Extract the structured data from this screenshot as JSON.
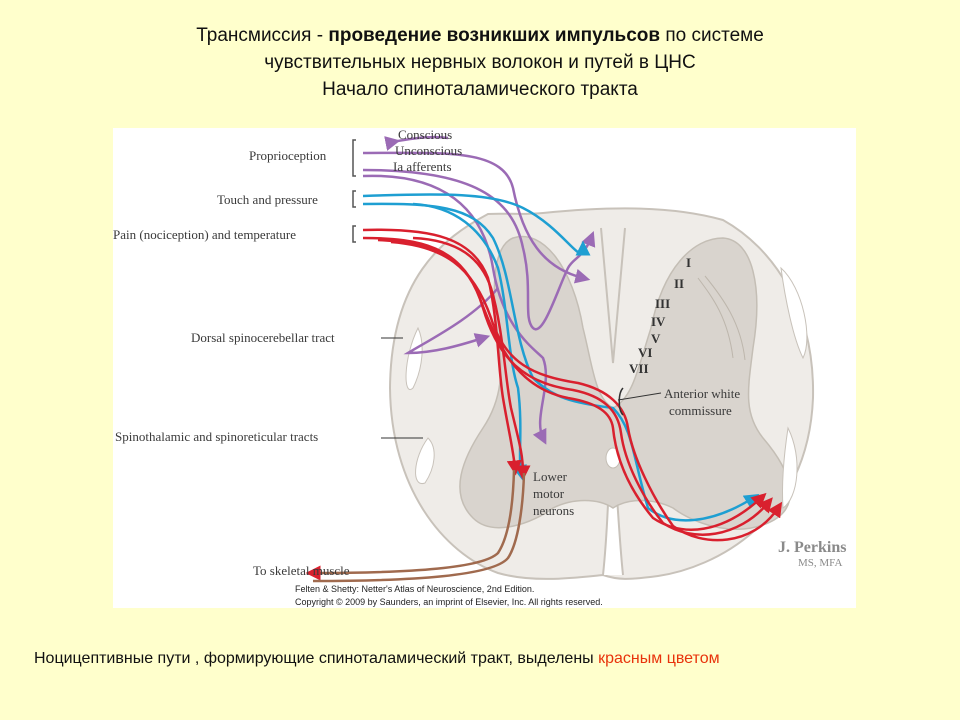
{
  "title": {
    "line1_pre": "Трансмиссия - ",
    "line1_bold": "проведение возникших импульсов",
    "line1_post": " по системе",
    "line2": "чувствительных нервных волокон и путей в ЦНС",
    "line3": "Начало спиноталамического тракта"
  },
  "diagram": {
    "labels": {
      "conscious": "Conscious",
      "unconscious": "Unconscious",
      "ia_afferents": "Ia afferents",
      "proprioception": "Proprioception",
      "touch": "Touch and pressure",
      "pain": "Pain (nociception) and temperature",
      "dorsal_tract": "Dorsal spinocerebellar tract",
      "spinothalamic": "Spinothalamic and spinoreticular tracts",
      "skeletal": "To skeletal muscle",
      "anterior1": "Anterior white",
      "anterior2": "commissure",
      "lower1": "Lower",
      "lower2": "motor",
      "lower3": "neurons"
    },
    "laminae": [
      "I",
      "II",
      "III",
      "IV",
      "V",
      "VI",
      "VII"
    ],
    "signature1": "J. Perkins",
    "signature2": "MS, MFA",
    "credit1": "Felten & Shetty: Netter's Atlas of Neuroscience, 2nd Edition.",
    "credit2": "Copyright © 2009 by Saunders, an imprint of Elsevier, Inc. All rights reserved.",
    "colors": {
      "purple": "#9b6bb5",
      "blue": "#1e9fd2",
      "red": "#d9202e",
      "brown": "#a06a4e",
      "gray_matter": "#d9d4ce",
      "white_matter": "#efece8"
    }
  },
  "caption": {
    "text": "Ноцицептивные пути , формирующие спиноталамический тракт,  выделены ",
    "red": "красным цветом"
  }
}
